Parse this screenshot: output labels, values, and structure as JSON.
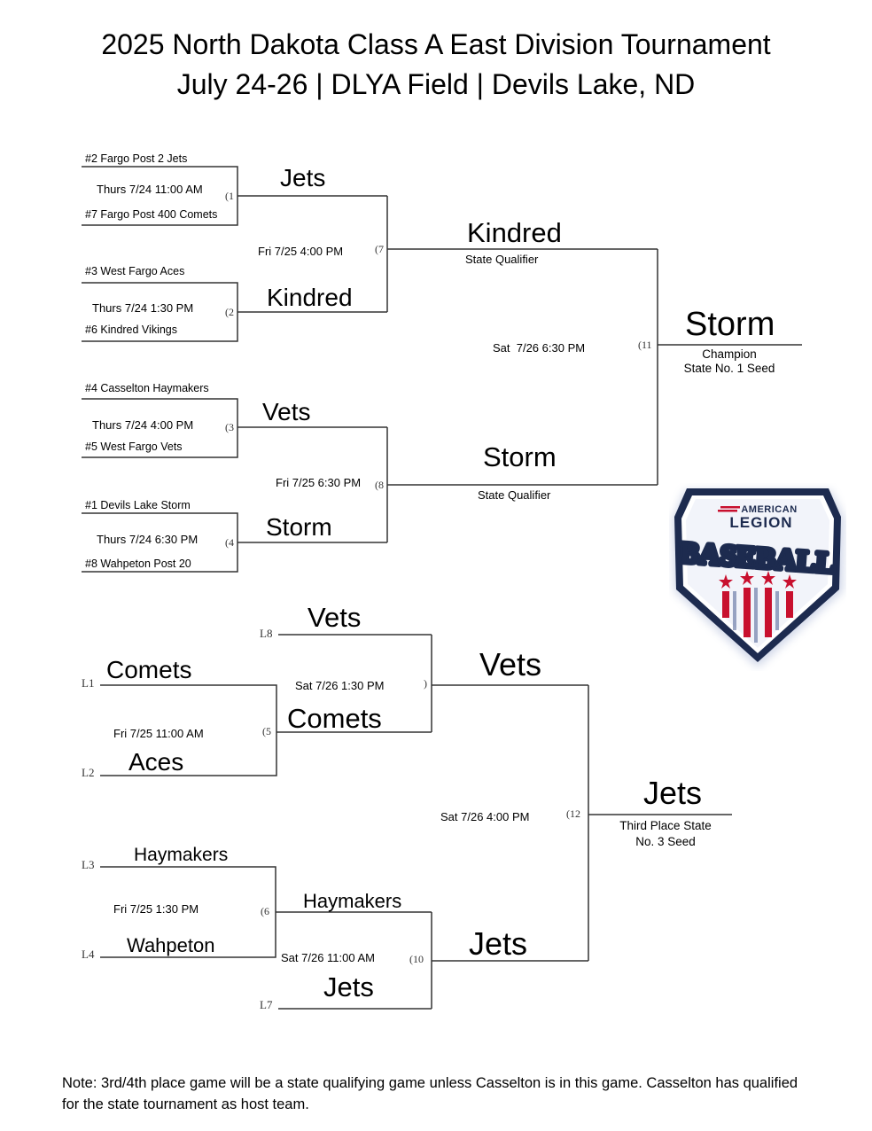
{
  "header": {
    "line1": "2025 North Dakota Class A East Division Tournament",
    "line2": "July 24-26 | DLYA Field | Devils Lake, ND"
  },
  "winners_bracket": {
    "round1": [
      {
        "top_seed": "#2 Fargo Post 2 Jets",
        "time": "Thurs 7/24 11:00 AM",
        "game": "(1",
        "bottom_seed": "#7 Fargo Post 400 Comets",
        "winner": "Jets"
      },
      {
        "top_seed": "#3 West Fargo Aces",
        "time": "Thurs 7/24 1:30 PM",
        "game": "(2",
        "bottom_seed": "#6 Kindred Vikings",
        "winner": "Kindred"
      },
      {
        "top_seed": "#4 Casselton Haymakers",
        "time": "Thurs 7/24 4:00 PM",
        "game": "(3",
        "bottom_seed": "#5 West Fargo Vets",
        "winner": "Vets"
      },
      {
        "top_seed": "#1 Devils Lake Storm",
        "time": "Thurs 7/24 6:30 PM",
        "game": "(4",
        "bottom_seed": "#8 Wahpeton Post 20",
        "winner": "Storm"
      }
    ],
    "round2": [
      {
        "time": "Fri 7/25 4:00 PM",
        "game": "(7",
        "winner": "Kindred",
        "note": "State Qualifier"
      },
      {
        "time": "Fri 7/25 6:30 PM",
        "game": "(8",
        "winner": "Storm",
        "note": "State Qualifier"
      }
    ],
    "final": {
      "time": "Sat  7/26 6:30 PM",
      "game": "(11",
      "winner": "Storm",
      "note_line1": "Champion",
      "note_line2": "State No. 1 Seed"
    }
  },
  "consolation_bracket": {
    "game5": {
      "l1_label": "L1",
      "l1_team": "Comets",
      "time": "Fri 7/25 11:00 AM",
      "game": "(5",
      "l2_label": "L2",
      "l2_team": "Aces",
      "winner": "Comets"
    },
    "game6": {
      "l3_label": "L3",
      "l3_team": "Haymakers",
      "time": "Fri 7/25 1:30 PM",
      "game": "(6",
      "l4_label": "L4",
      "l4_team": "Wahpeton",
      "winner": "Haymakers"
    },
    "game9": {
      "l8_label": "L8",
      "l8_team": "Vets",
      "time": "Sat 7/26 1:30 PM",
      "game": ")",
      "winner": "Vets"
    },
    "game10": {
      "l7_label": "L7",
      "l7_team": "Jets",
      "time": "Sat 7/26 11:00 AM",
      "game": "(10",
      "winner": "Jets"
    },
    "game12": {
      "time": "Sat 7/26 4:00 PM",
      "game": "(12",
      "winner": "Jets",
      "note_line1": "Third Place State",
      "note_line2": "No. 3 Seed"
    }
  },
  "logo": {
    "line1": "AMERICAN",
    "line2": "LEGION",
    "line3": "BASEBALL",
    "colors": {
      "navy": "#1d2b4f",
      "red": "#c8102e",
      "blue": "#3a4f8a"
    }
  },
  "footnote": "Note: 3rd/4th place game will be a state qualifying game unless Casselton is in this game. Casselton has qualified for the state tournament as host team."
}
